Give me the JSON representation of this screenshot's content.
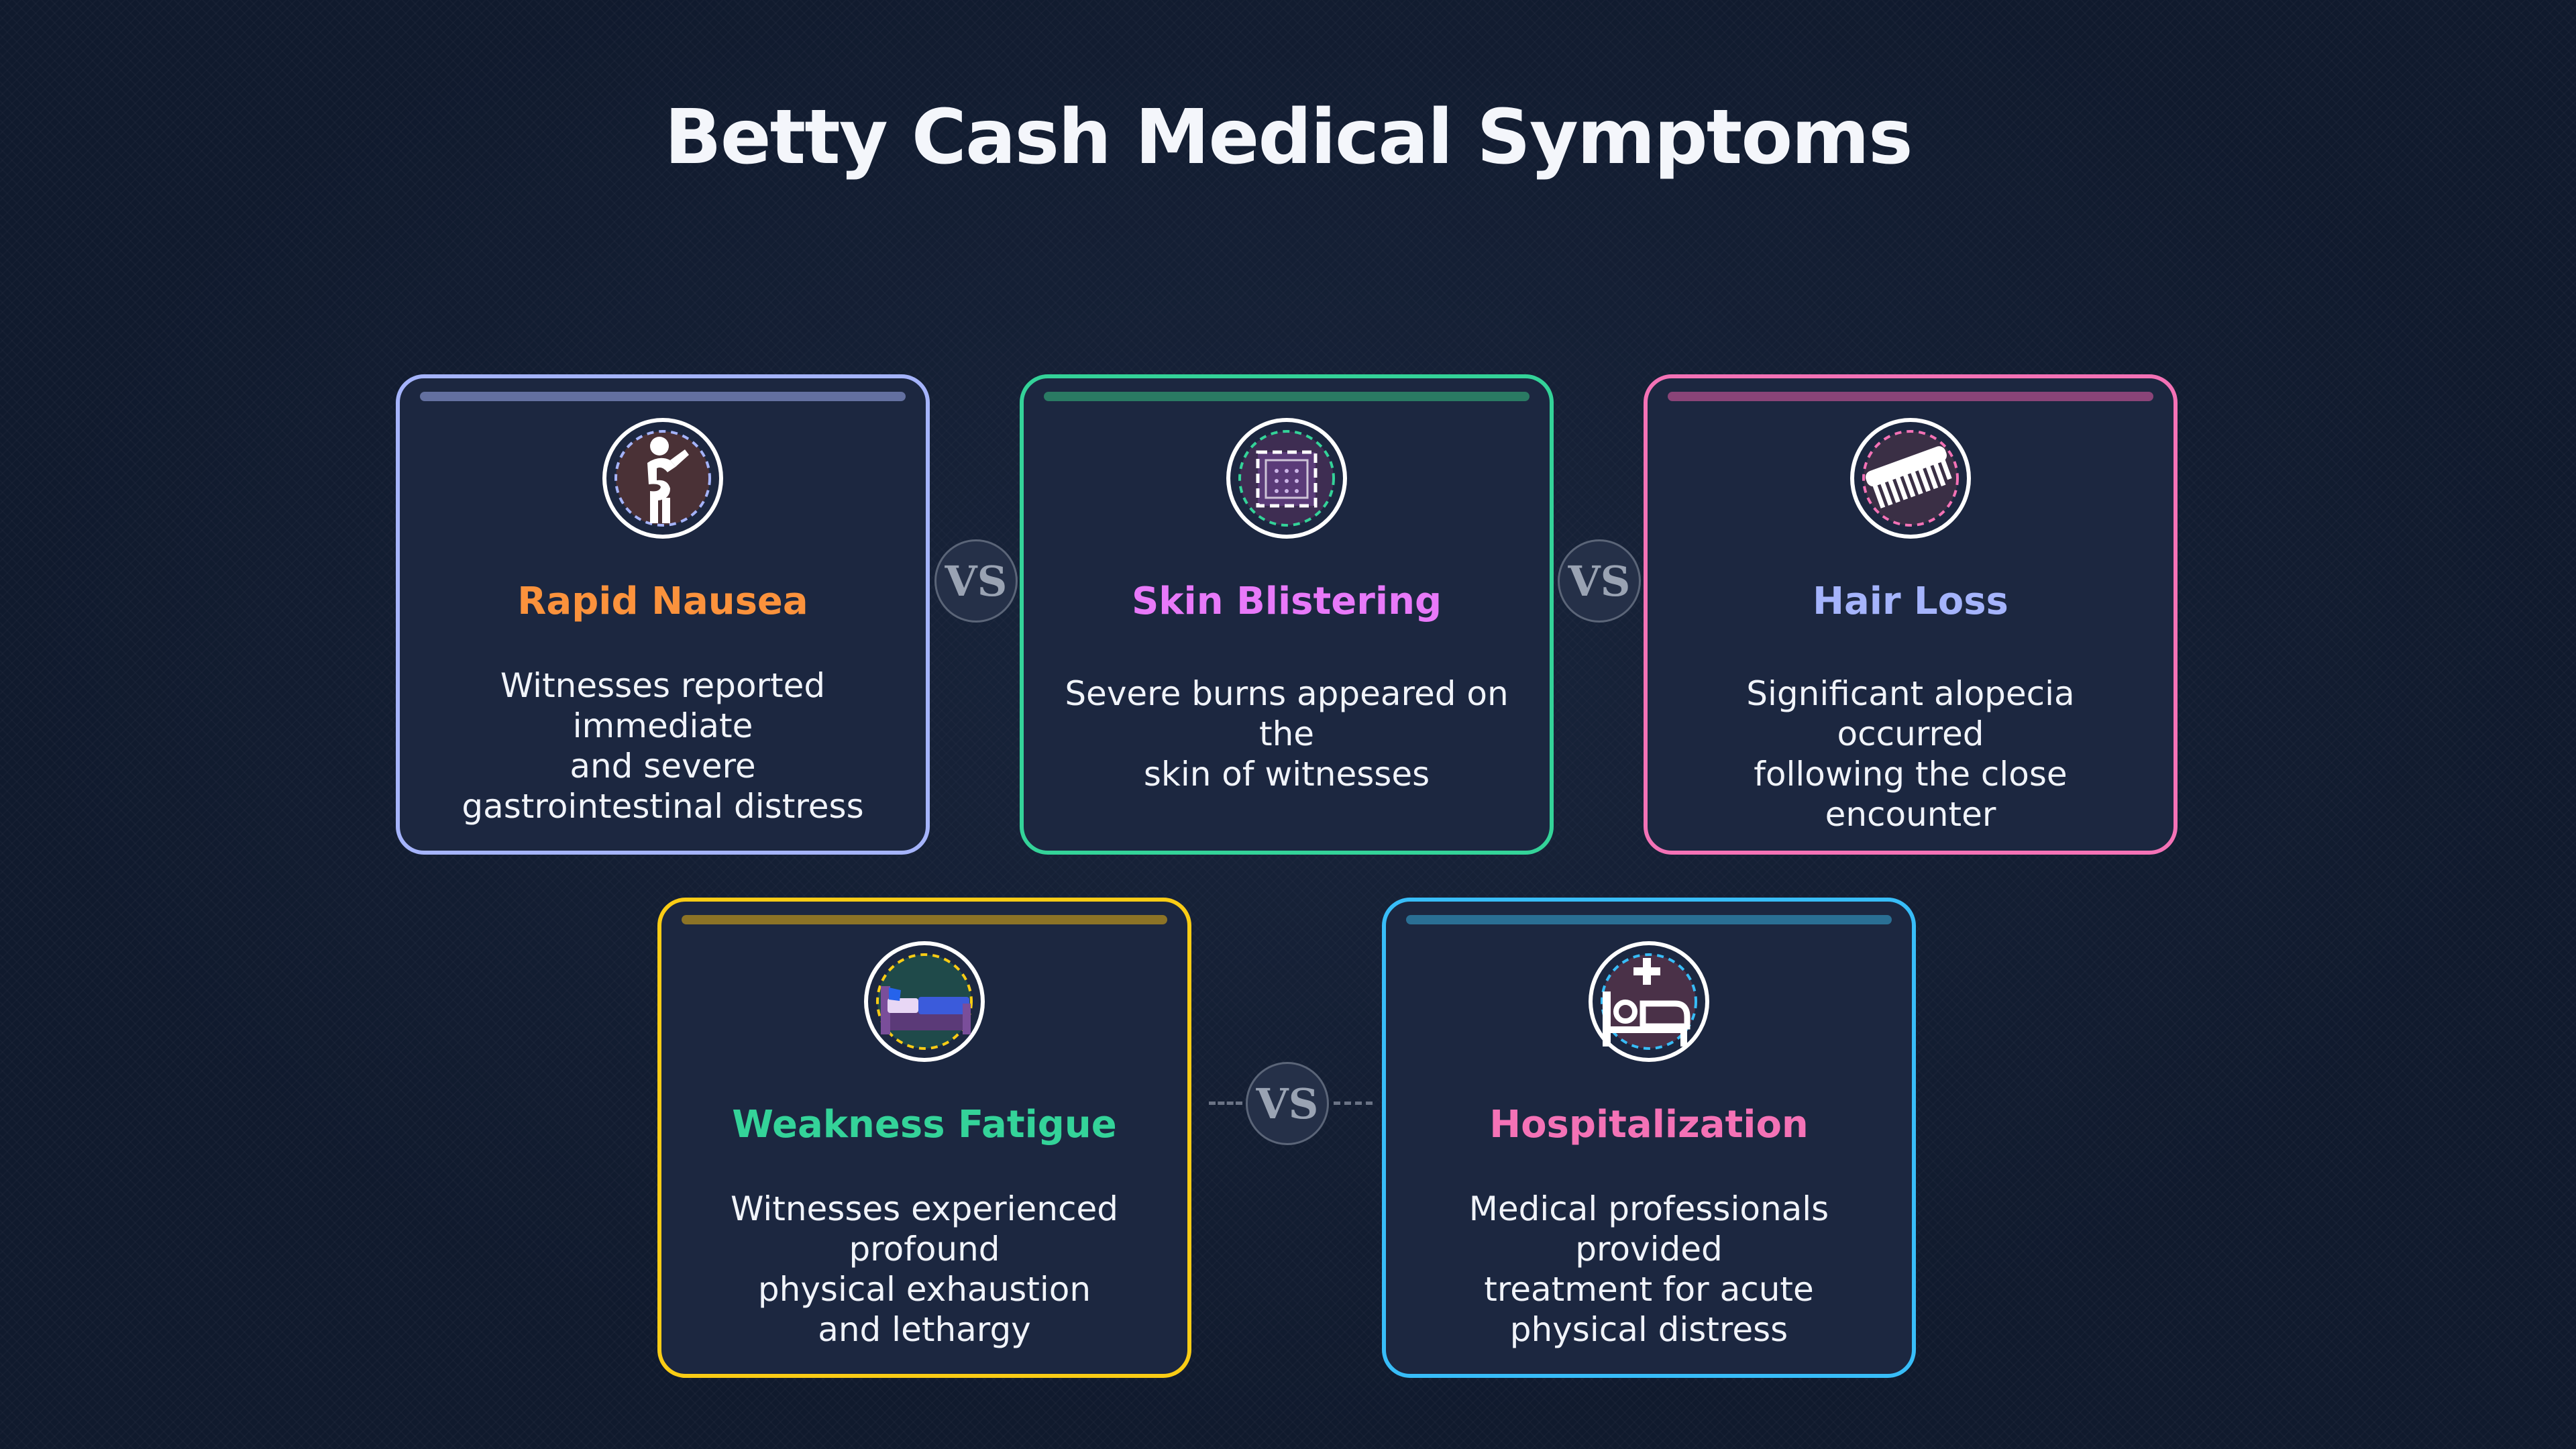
{
  "title": "Betty Cash Medical Symptoms",
  "vs_label": "VS",
  "cards": [
    {
      "title": "Rapid Nausea",
      "description_lines": [
        "Witnesses reported immediate",
        "and severe",
        "gastrointestinal distress"
      ],
      "icon": "person-nausea-icon",
      "border_color": "#a5b4fc",
      "title_color": "#fb923c",
      "bar_color": "#6370a0"
    },
    {
      "title": "Skin Blistering",
      "description_lines": [
        "Severe burns appeared on the",
        "skin of witnesses"
      ],
      "icon": "skin-patch-icon",
      "border_color": "#34d399",
      "title_color": "#e879f9",
      "bar_color": "#2a7a63"
    },
    {
      "title": "Hair Loss",
      "description_lines": [
        "Significant alopecia occurred",
        "following the close encounter"
      ],
      "icon": "comb-icon",
      "border_color": "#f472b6",
      "title_color": "#a5b4fc",
      "bar_color": "#8a4478"
    },
    {
      "title": "Weakness Fatigue",
      "description_lines": [
        "Witnesses experienced profound",
        "physical exhaustion",
        "and lethargy"
      ],
      "icon": "bed-rest-icon",
      "border_color": "#facc15",
      "title_color": "#34d399",
      "bar_color": "#8c7326"
    },
    {
      "title": "Hospitalization",
      "description_lines": [
        "Medical professionals provided",
        "treatment for acute",
        "physical distress"
      ],
      "icon": "hospital-bed-icon",
      "border_color": "#38bdf8",
      "title_color": "#f472b6",
      "bar_color": "#2a6f94"
    }
  ]
}
